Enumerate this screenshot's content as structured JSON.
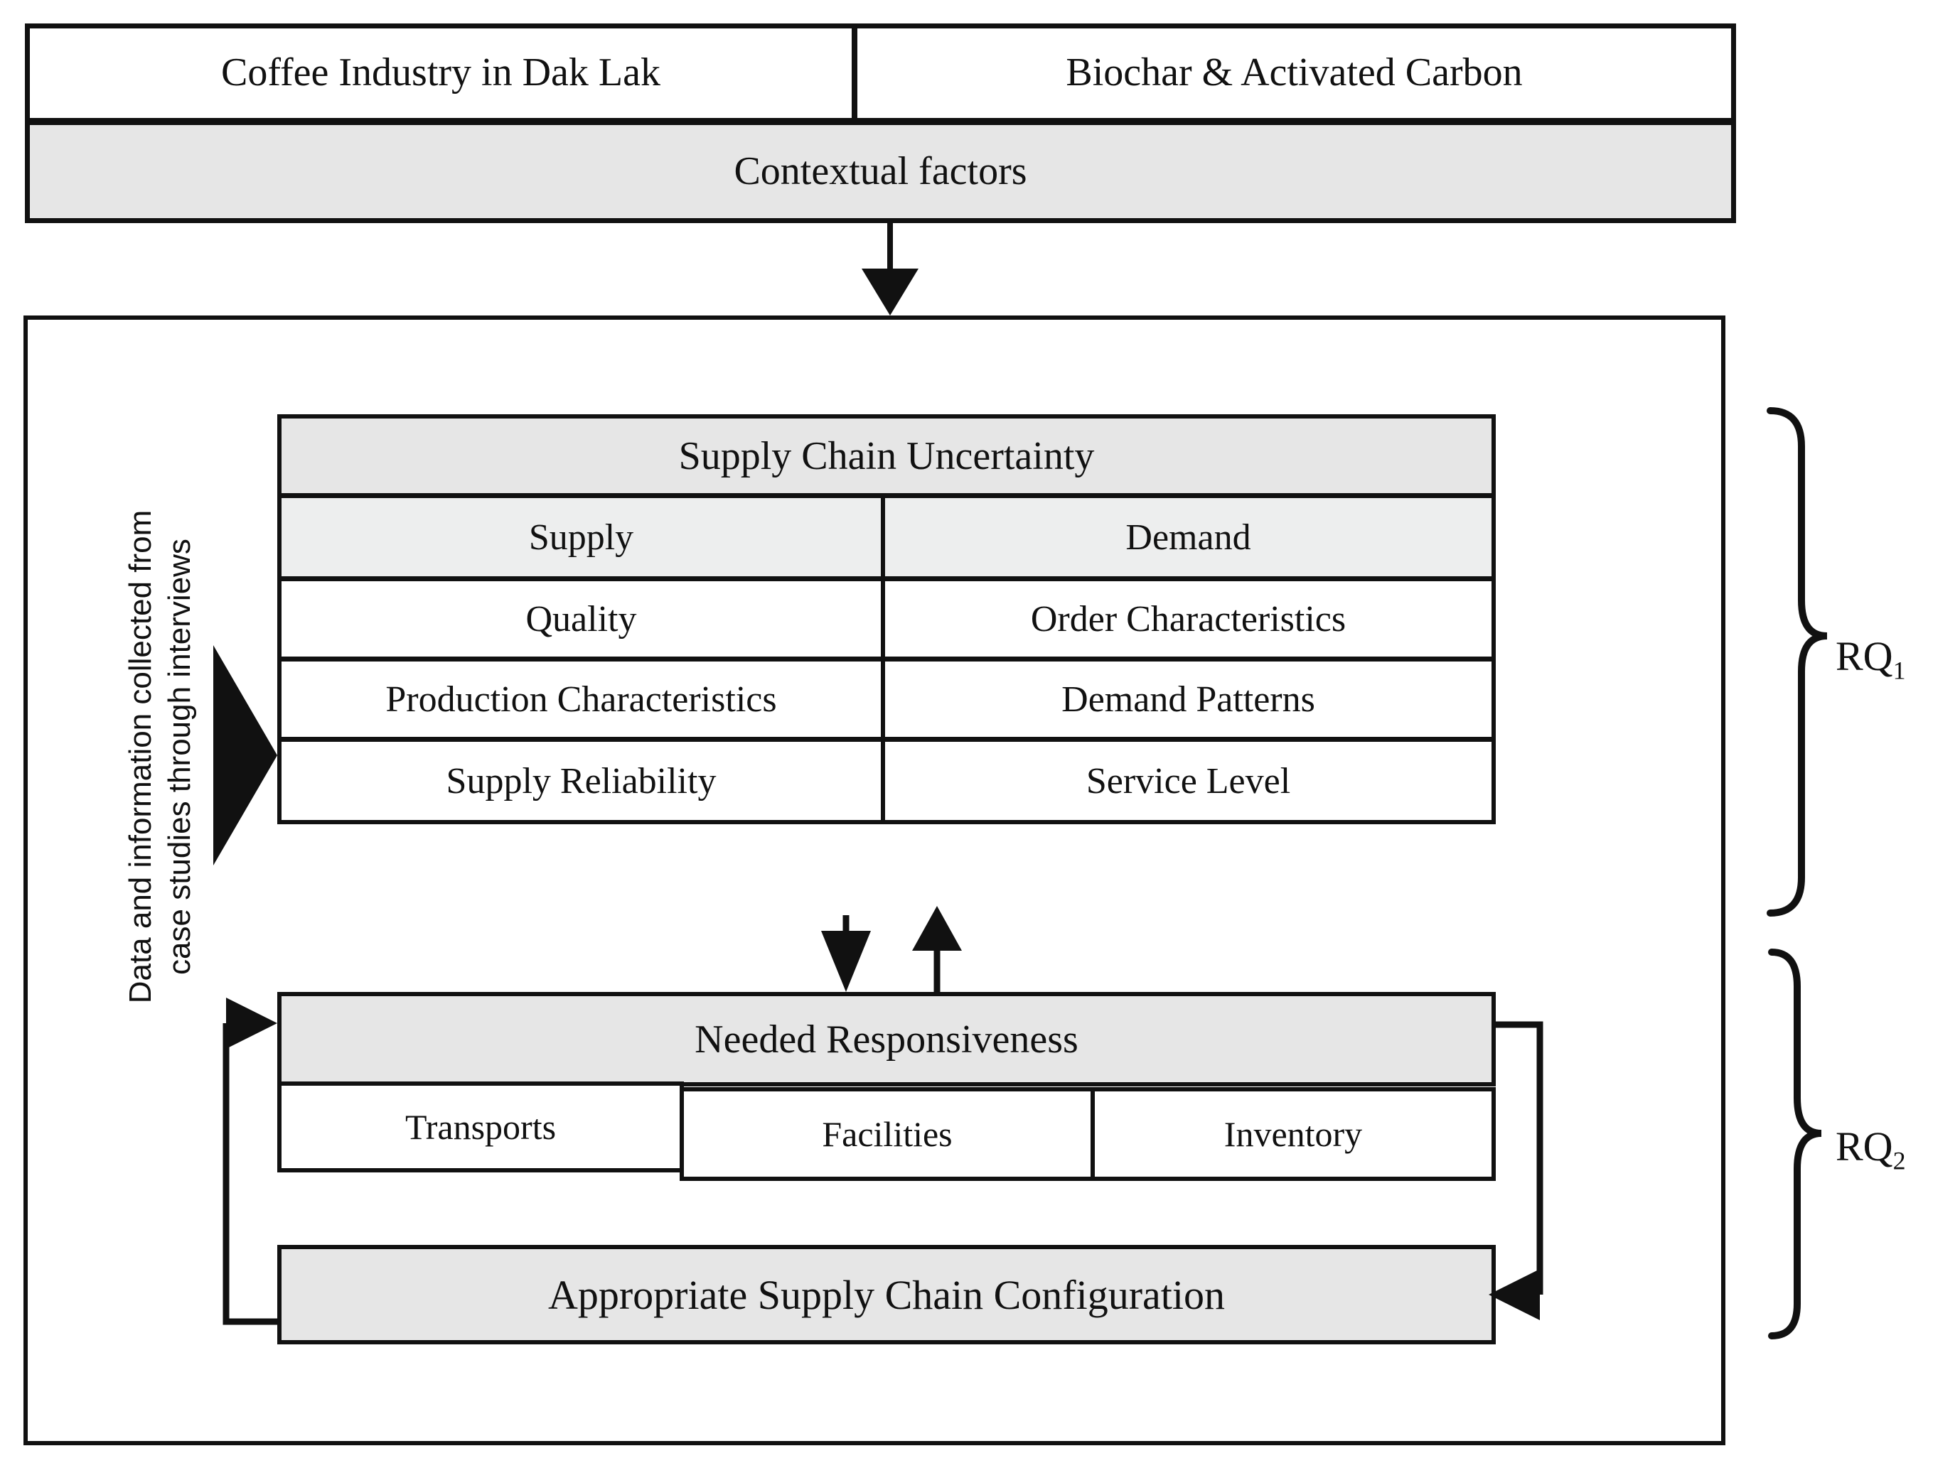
{
  "context": {
    "left_box": "Coffee Industry in Dak Lak",
    "right_box": "Biochar & Activated Carbon",
    "contextual_factors": "Contextual factors"
  },
  "side_caption": {
    "text": "Data and information collected from\ncase studies through interviews"
  },
  "supply_chain_uncertainty": {
    "title": "Supply Chain Uncertainty",
    "columns": [
      "Supply",
      "Demand"
    ],
    "rows": [
      [
        "Quality",
        "Order Characteristics"
      ],
      [
        "Production Characteristics",
        "Demand Patterns"
      ],
      [
        "Supply Reliability",
        "Service Level"
      ]
    ]
  },
  "needed_responsiveness": {
    "title": "Needed Responsiveness",
    "levers": [
      "Transports",
      "Facilities",
      "Inventory"
    ]
  },
  "configuration": {
    "title": "Appropriate Supply Chain Configuration"
  },
  "research_questions": [
    {
      "id": "rq1",
      "base": "RQ",
      "sub": "1"
    },
    {
      "id": "rq2",
      "base": "RQ",
      "sub": "2"
    }
  ],
  "colors": {
    "line": "#111111",
    "fill_grey": "#e6e6e6",
    "fill_grey_light": "#edeeee",
    "fill_white": "#ffffff",
    "page_background": "#ffffff"
  }
}
